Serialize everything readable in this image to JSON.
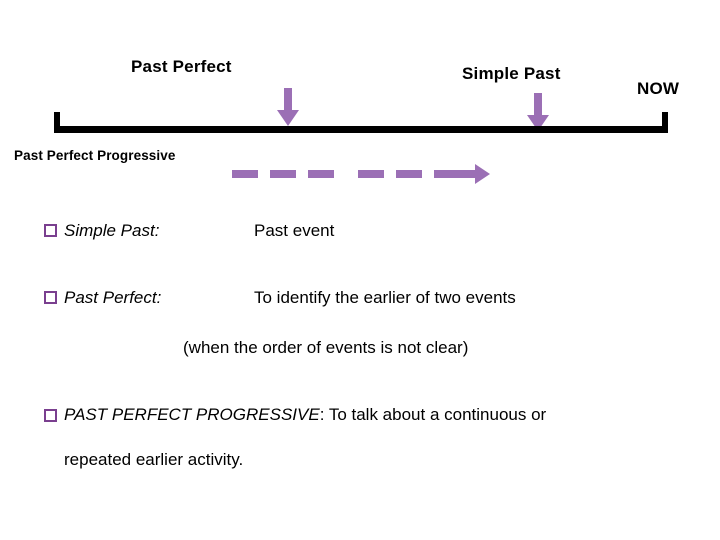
{
  "timeline": {
    "past_perfect_label": "Past Perfect",
    "simple_past_label": "Simple Past",
    "now_label": "NOW",
    "past_perfect_progressive_label": "Past Perfect Progressive",
    "arrow_color": "#9b6fb5",
    "bar_color": "#000000"
  },
  "bullets": [
    {
      "term": "Simple Past:",
      "definition": "Past event"
    },
    {
      "term": "Past Perfect:",
      "definition": "To identify the earlier of two events",
      "note": "(when the order of events is not clear)"
    },
    {
      "line1_emphasis": "PAST PERFECT PROGRESSIVE",
      "line1_rest": ": To talk about a continuous or",
      "line2": "repeated earlier activity."
    }
  ],
  "bullet_color": "#7a3f8f"
}
